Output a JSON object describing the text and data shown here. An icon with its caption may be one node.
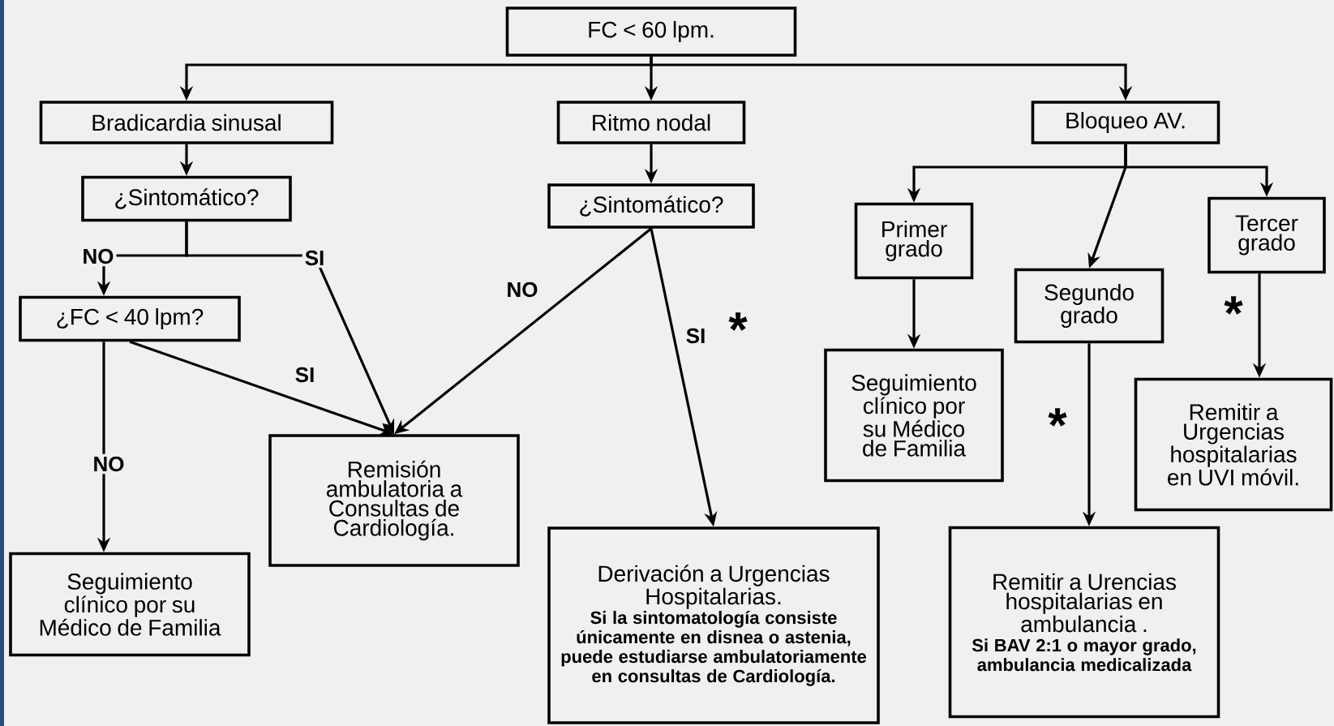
{
  "diagram": {
    "nodes": [
      {
        "text": [
          "FC < 60 lpm."
        ]
      },
      {
        "text": [
          "Bradicardia sinusal"
        ]
      },
      {
        "text": [
          "Ritmo nodal"
        ]
      },
      {
        "text": [
          "Bloqueo AV."
        ]
      },
      {
        "text": [
          "¿Sintomático?"
        ]
      },
      {
        "text": [
          "¿Sintomático?"
        ]
      },
      {
        "text": [
          "¿FC < 40 lpm?"
        ]
      },
      {
        "text": [
          "Primer grado"
        ]
      },
      {
        "text": [
          "Segundo grado"
        ]
      },
      {
        "text": [
          "Tercer grado"
        ]
      },
      {
        "text": [
          "Remisión ambulatoria a Consultas de Cardiología."
        ]
      },
      {
        "text": [
          "Seguimiento clínico por su Médico de Familia"
        ]
      },
      {
        "text": [
          "Remitir a Urgencias hospitalarias en UVI móvil."
        ]
      },
      {
        "text": [
          "Seguimiento clínico por su Médico de Familia"
        ]
      },
      {
        "text": [
          "Derivación a Urgencias Hospitalarias.",
          "Si la sintomatología consiste únicamente en disnea o astenia, puede estudiarse ambulatoriamente en consultas de Cardiología."
        ]
      },
      {
        "text": [
          "Remitir a Urencias hospitalarias en ambulancia .",
          "Si BAV 2:1 o mayor grado, ambulancia medicalizada"
        ]
      }
    ],
    "edges": [
      {
        "from": 0,
        "to": 1,
        "arrow": "to"
      },
      {
        "from": 0,
        "to": 2,
        "arrow": "to"
      },
      {
        "from": 0,
        "to": 3,
        "arrow": "to"
      },
      {
        "from": 1,
        "to": 4,
        "arrow": "to"
      },
      {
        "from": 2,
        "to": 5,
        "arrow": "to"
      },
      {
        "from": 3,
        "to": 7,
        "arrow": "to"
      },
      {
        "from": 3,
        "to": 8,
        "arrow": "to"
      },
      {
        "from": 3,
        "to": 9,
        "arrow": "to"
      },
      {
        "from": 4,
        "to": 6,
        "arrow": "to",
        "label": "NO"
      },
      {
        "from": 4,
        "to": 10,
        "arrow": "to",
        "label": "SI"
      },
      {
        "from": 6,
        "to": 10,
        "arrow": "to",
        "label": "SI"
      },
      {
        "from": 6,
        "to": 13,
        "arrow": "to",
        "label": "NO"
      },
      {
        "from": 5,
        "to": 10,
        "arrow": "to",
        "label": "NO"
      },
      {
        "from": 5,
        "to": 14,
        "arrow": "to",
        "label": "SI"
      },
      {
        "from": 7,
        "to": 11,
        "arrow": "to"
      },
      {
        "from": 8,
        "to": 15,
        "arrow": "to",
        "label": "*"
      },
      {
        "from": 9,
        "to": 12,
        "arrow": "to",
        "label": "*"
      }
    ],
    "labels": [
      "*"
    ]
  }
}
